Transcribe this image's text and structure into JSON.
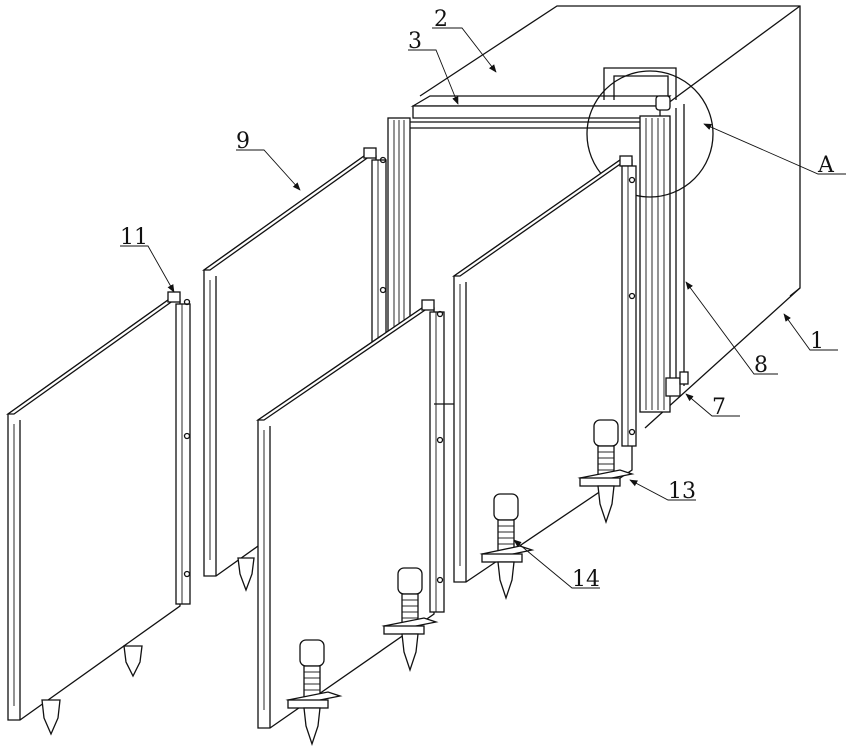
{
  "labels": {
    "l1": "1",
    "l2": "2",
    "l3": "3",
    "l7": "7",
    "l8": "8",
    "l9": "9",
    "l11": "11",
    "l13": "13",
    "l14": "14",
    "lA": "A"
  }
}
